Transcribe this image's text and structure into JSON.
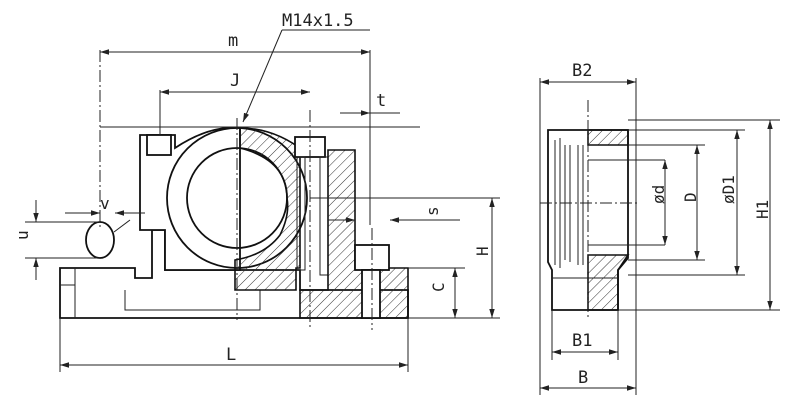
{
  "labels": {
    "thread": "M14x1.5",
    "m": "m",
    "J": "J",
    "t": "t",
    "v": "v",
    "u": "u",
    "s": "s",
    "H": "H",
    "C": "C",
    "L": "L",
    "B2": "B2",
    "B1": "B1",
    "B": "B",
    "d": "ød",
    "D": "D",
    "D1": "øD1",
    "H1": "H1"
  },
  "colors": {
    "line": "#222222",
    "hatch": "#333333",
    "background": "#ffffff"
  }
}
